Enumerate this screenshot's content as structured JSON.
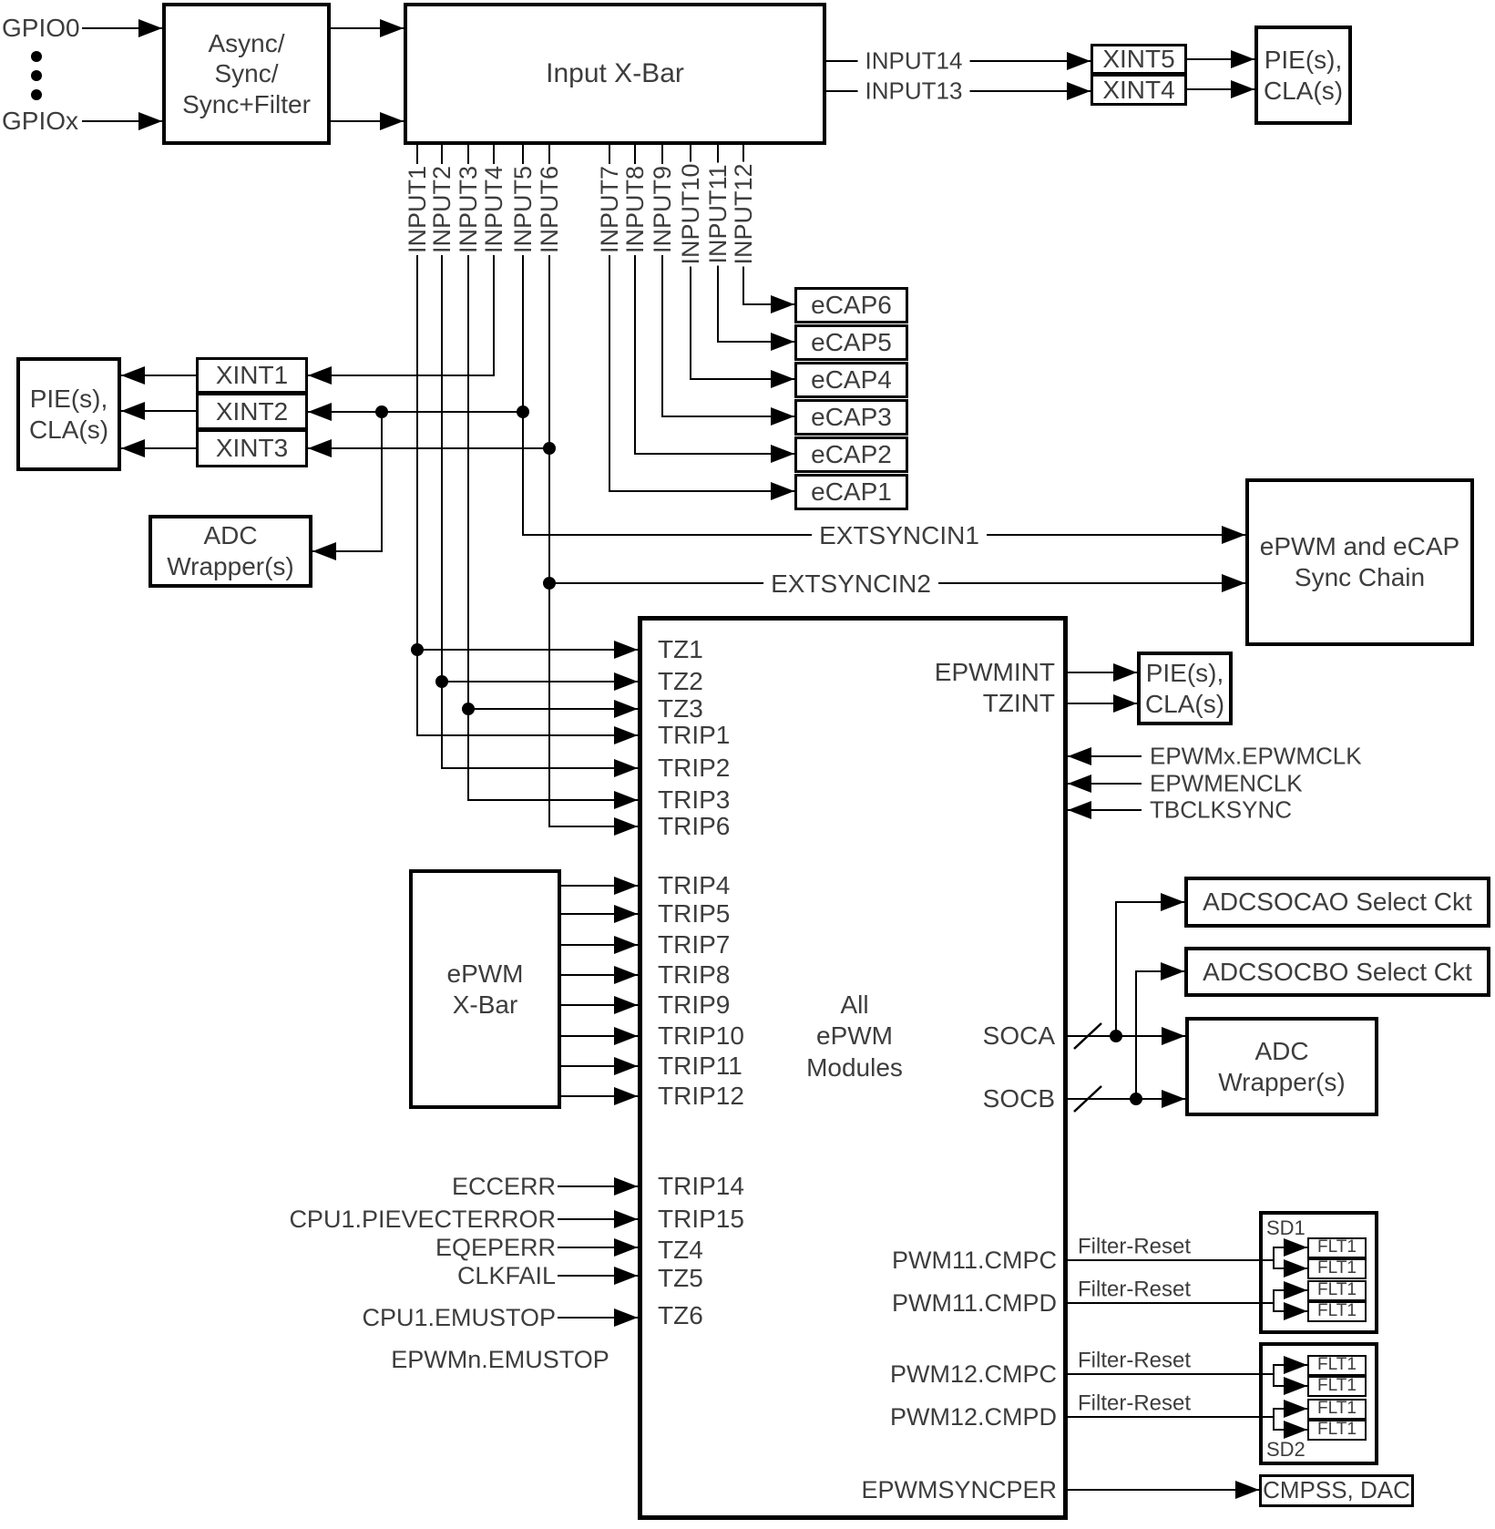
{
  "colors": {
    "wire": "#000000",
    "text": "#3d3d3d",
    "background": "#ffffff"
  },
  "labels": {
    "gpio0": "GPIO0",
    "gpiox": "GPIOx",
    "async_lines": [
      "Async/",
      "Sync/",
      "Sync+Filter"
    ],
    "input_xbar": "Input X-Bar",
    "input14": "INPUT14",
    "input13": "INPUT13",
    "xint5": "XINT5",
    "xint4": "XINT4",
    "pie1": "PIE(s),",
    "pie2": "CLA(s)",
    "inputs": [
      "INPUT1",
      "INPUT2",
      "INPUT3",
      "INPUT4",
      "INPUT5",
      "INPUT6",
      "INPUT7",
      "INPUT8",
      "INPUT9",
      "INPUT10",
      "INPUT11",
      "INPUT12"
    ],
    "ecaps": [
      "eCAP6",
      "eCAP5",
      "eCAP4",
      "eCAP3",
      "eCAP2",
      "eCAP1"
    ],
    "xint1": "XINT1",
    "xint2": "XINT2",
    "xint3": "XINT3",
    "adc": "ADC",
    "wrappers": "Wrapper(s)",
    "extsyncin1": "EXTSYNCIN1",
    "extsyncin2": "EXTSYNCIN2",
    "sync_chain": [
      "ePWM and eCAP",
      "Sync Chain"
    ],
    "tz_top": [
      "TZ1",
      "TZ2",
      "TZ3",
      "TRIP1",
      "TRIP2",
      "TRIP3",
      "TRIP6"
    ],
    "epwmint": "EPWMINT",
    "tzint": "TZINT",
    "clocks": [
      "EPWMx.EPWMCLK",
      "EPWMENCLK",
      "TBCLKSYNC"
    ],
    "epwm_xbar": [
      "ePWM",
      "X-Bar"
    ],
    "trips_mid": [
      "TRIP4",
      "TRIP5",
      "TRIP7",
      "TRIP8",
      "TRIP9",
      "TRIP10",
      "TRIP11",
      "TRIP12"
    ],
    "all_modules": [
      "All",
      "ePWM",
      "Modules"
    ],
    "soca": "SOCA",
    "socb": "SOCB",
    "adcsocao": "ADCSOCAO Select Ckt",
    "adcsocbo": "ADCSOCBO Select Ckt",
    "ext_inputs": [
      "ECCERR",
      "CPU1.PIEVECTERROR",
      "EQEPERR",
      "CLKFAIL",
      "CPU1.EMUSTOP"
    ],
    "emustop_note": "EPWMn.EMUSTOP",
    "tz_bottom": [
      "TRIP14",
      "TRIP15",
      "TZ4",
      "TZ5",
      "TZ6"
    ],
    "pwm": [
      "PWM11.CMPC",
      "PWM11.CMPD",
      "PWM12.CMPC",
      "PWM12.CMPD"
    ],
    "filter_reset": "Filter-Reset",
    "sd1": "SD1",
    "sd2": "SD2",
    "flt": "FLT1",
    "epwmsyncper": "EPWMSYNCPER",
    "cmpss_dac": "CMPSS, DAC"
  }
}
